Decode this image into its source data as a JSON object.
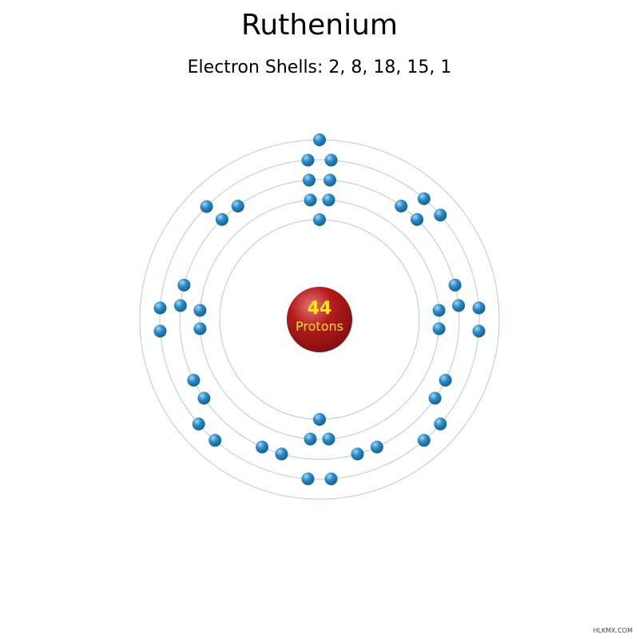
{
  "title": "Ruthenium",
  "subtitle": "Electron Shells: 2, 8, 18, 15, 1",
  "nucleus": {
    "number": "44",
    "label": "Protons"
  },
  "shells": [
    2,
    8,
    18,
    15,
    1
  ],
  "watermark": "HLKMX.COM",
  "colors": {
    "orbit": "#b7cccc",
    "electron": "#1f7bb5",
    "electron_highlight": "#8fd0f5",
    "nucleus": "#a01515",
    "nucleus_highlight": "#e06a6a",
    "nucleus_text": "#ffee00"
  }
}
